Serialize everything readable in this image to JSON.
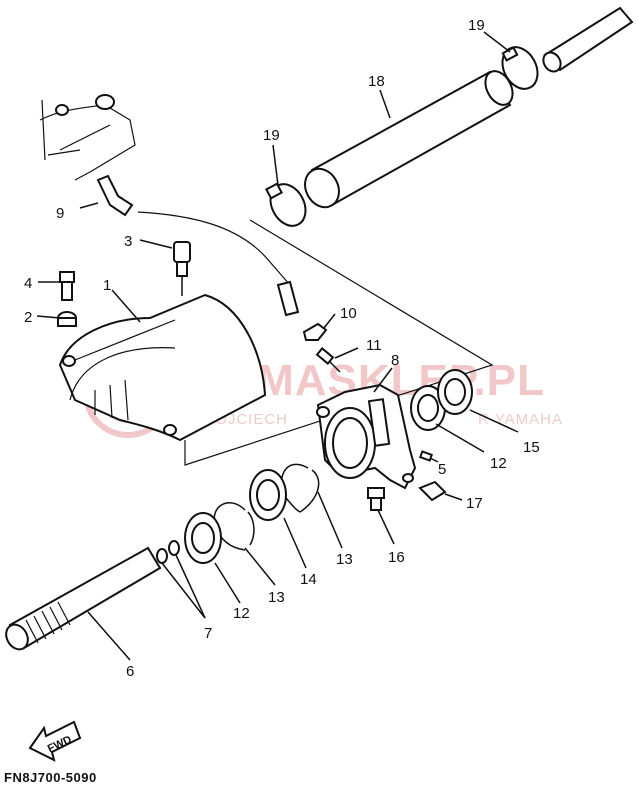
{
  "watermark": {
    "brand": "YAMASKLEP.PL",
    "subtitle_left": "WOJCIECH",
    "subtitle_right": "R YAMAHA",
    "color": "#f2c7c7"
  },
  "callouts": {
    "p1": "1",
    "p2": "2",
    "p3": "3",
    "p4": "4",
    "p5": "5",
    "p6": "6",
    "p7": "7",
    "p8": "8",
    "p9": "9",
    "p10": "10",
    "p11": "11",
    "p12a": "12",
    "p12b": "12",
    "p13a": "13",
    "p13b": "13",
    "p14": "14",
    "p15": "15",
    "p16": "16",
    "p17": "17",
    "p18": "18",
    "p19a": "19",
    "p19b": "19"
  },
  "fwd_label": "FWD",
  "diagram_code": "FN8J700-5090"
}
